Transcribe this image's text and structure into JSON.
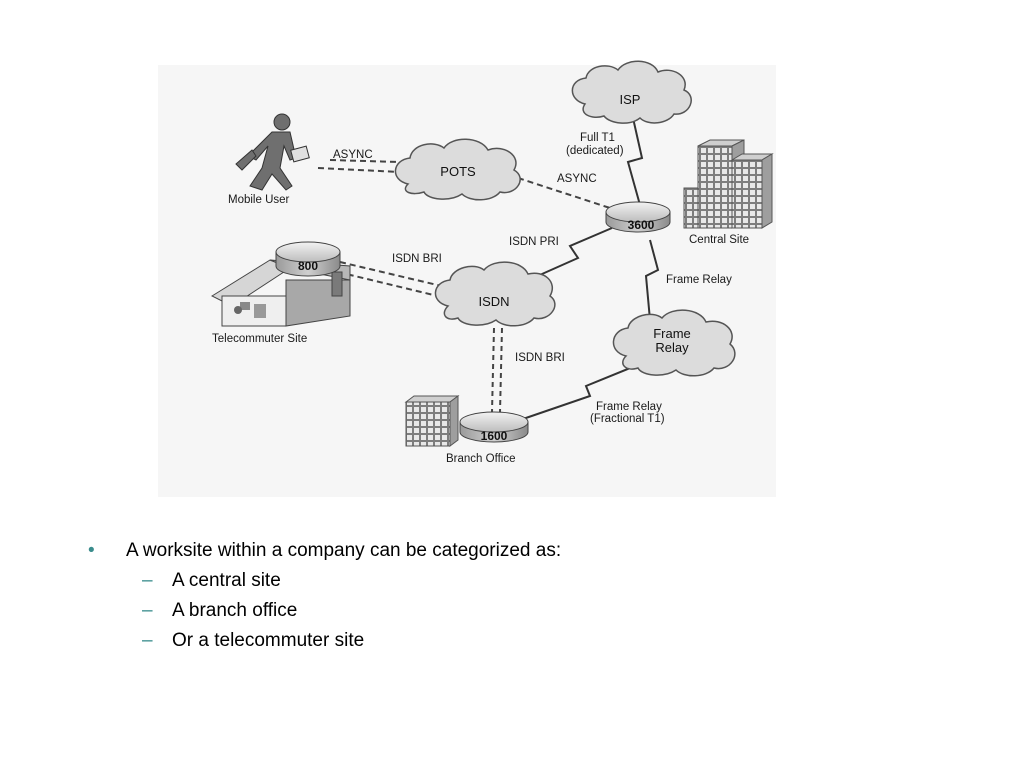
{
  "diagram": {
    "clouds": {
      "isp": "ISP",
      "pots": "POTS",
      "isdn": "ISDN",
      "frame_relay_line1": "Frame",
      "frame_relay_line2": "Relay"
    },
    "routers": {
      "r3600": "3600",
      "r800": "800",
      "r1600": "1600"
    },
    "sites": {
      "mobile_user": "Mobile User",
      "central_site": "Central Site",
      "telecommuter_site": "Telecommuter Site",
      "branch_office": "Branch Office"
    },
    "links": {
      "full_t1_line1": "Full T1",
      "full_t1_line2": "(dedicated)",
      "async_mobile": "ASYNC",
      "async_central": "ASYNC",
      "isdn_pri": "ISDN PRI",
      "isdn_bri_telecommuter": "ISDN BRI",
      "isdn_bri_branch": "ISDN BRI",
      "frame_relay": "Frame Relay",
      "frame_relay_fractional_line1": "Frame Relay",
      "frame_relay_fractional_line2": "(Fractional T1)"
    }
  },
  "bullets": {
    "main": "A worksite within a company can be categorized as:",
    "marker": "•",
    "sub_marker": "–",
    "items": [
      "A central site",
      "A branch office",
      "Or a telecommuter site"
    ]
  }
}
